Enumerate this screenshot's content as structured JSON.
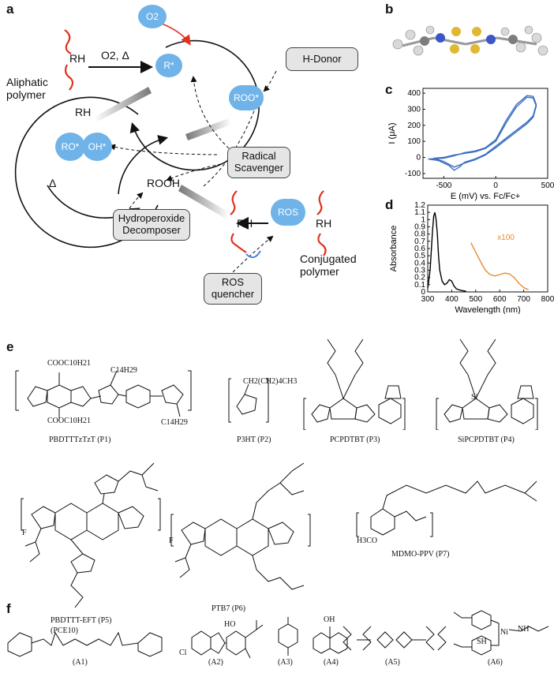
{
  "panels": {
    "a": "a",
    "b": "b",
    "c": "c",
    "d": "d",
    "e": "e",
    "f": "f"
  },
  "scheme": {
    "o2": "O2",
    "o2_delta": "O2, Δ",
    "r_star": "R*",
    "rh_aliphatic": "RH",
    "aliphatic_polymer": "Aliphatic polymer",
    "h_donor": "H-Donor",
    "roo_star": "ROO*",
    "rh_center": "RH",
    "ro_star": "RO*",
    "oh_star": "OH*",
    "radical_scavenger": "Radical Scavenger",
    "rooh": "ROOH",
    "delta": "Δ",
    "hydroperoxide_decomposer": "Hydroperoxide Decomposer",
    "ros": "ROS",
    "rh_oxidized": "RH",
    "rh_conjugated": "RH",
    "conjugated_polymer": "Conjugated polymer",
    "ros_quencher": "ROS quencher"
  },
  "chart_c": {
    "type": "line",
    "ylabel": "I (μA)",
    "xlabel": "E (mV) vs. Fc/Fc+",
    "xticks": [
      -500,
      0,
      500
    ],
    "yticks": [
      -100,
      0,
      100,
      200,
      300,
      400
    ],
    "xlim": [
      -700,
      500
    ],
    "ylim": [
      -130,
      430
    ],
    "series": [
      {
        "x": [
          -650,
          -500,
          -400,
          -300,
          -200,
          -100,
          0,
          100,
          200,
          300,
          360,
          390,
          360,
          300,
          200,
          100,
          0,
          -100,
          -200,
          -300,
          -350,
          -400,
          -450,
          -550,
          -650
        ],
        "y": [
          -10,
          -5,
          10,
          30,
          40,
          60,
          110,
          230,
          330,
          385,
          380,
          330,
          260,
          220,
          170,
          120,
          70,
          20,
          -10,
          -30,
          -60,
          -80,
          -50,
          -20,
          -10
        ]
      },
      {
        "x": [
          -600,
          -500,
          -400,
          -300,
          -200,
          -100,
          0,
          100,
          200,
          300,
          360,
          390,
          360,
          300,
          200,
          100,
          0,
          -100,
          -200,
          -300,
          -400,
          -500,
          -600
        ],
        "y": [
          -5,
          0,
          15,
          25,
          35,
          55,
          100,
          215,
          315,
          375,
          370,
          320,
          250,
          210,
          160,
          110,
          60,
          15,
          -15,
          -35,
          -60,
          -25,
          -5
        ]
      }
    ]
  },
  "chart_d": {
    "type": "line",
    "ylabel": "Absorbance",
    "xlabel": "Wavelength (nm)",
    "xticks": [
      300,
      400,
      500,
      600,
      700,
      800
    ],
    "yticks": [
      0,
      0.1,
      0.2,
      0.3,
      0.4,
      0.5,
      0.6,
      0.7,
      0.8,
      0.9,
      1.0,
      1.1,
      1.2
    ],
    "ytick_labels": [
      "0",
      "0.1",
      "0.2",
      "0.3",
      "0.4",
      "0.5",
      "0.6",
      "0.7",
      "0.8",
      "0.9",
      "1",
      "1.1",
      "1.2"
    ],
    "xlim": [
      300,
      800
    ],
    "ylim": [
      0,
      1.2
    ],
    "annotation": "x100",
    "series": [
      {
        "color": "#000000",
        "x": [
          300,
          310,
          320,
          325,
          330,
          335,
          340,
          345,
          350,
          360,
          370,
          380,
          390,
          400,
          410,
          420,
          440,
          460
        ],
        "y": [
          0.05,
          0.3,
          0.85,
          1.05,
          1.1,
          1.0,
          0.8,
          0.5,
          0.3,
          0.15,
          0.1,
          0.12,
          0.17,
          0.15,
          0.08,
          0.04,
          0.02,
          0.01
        ]
      },
      {
        "color": "#e88b2e",
        "x": [
          480,
          500,
          520,
          540,
          560,
          580,
          600,
          620,
          640,
          660,
          680,
          700,
          720
        ],
        "y": [
          0.68,
          0.55,
          0.42,
          0.3,
          0.24,
          0.22,
          0.24,
          0.26,
          0.25,
          0.2,
          0.12,
          0.06,
          0.03
        ]
      }
    ]
  },
  "molecules_e": [
    {
      "label": "PBDTTTzTzT (P1)",
      "subs": [
        "COOC10H21",
        "COOC10H21",
        "C14H29",
        "C14H29"
      ]
    },
    {
      "label": "P3HT (P2)",
      "subs": [
        "CH2(CH2)4CH3"
      ]
    },
    {
      "label": "PCPDTBT (P3)",
      "subs": []
    },
    {
      "label": "SiPCPDTBT (P4)",
      "subs": [
        "Si"
      ]
    },
    {
      "label": "PBDTTT-EFT (P5)",
      "label2": "(PCE10)",
      "subs": [
        "F"
      ]
    },
    {
      "label": "PTB7 (P6)",
      "subs": [
        "F"
      ]
    },
    {
      "label": "MDMO-PPV (P7)",
      "subs": [
        "H3CO"
      ]
    }
  ],
  "molecules_f": [
    {
      "label": "(A1)"
    },
    {
      "label": "(A2)",
      "subs": [
        "Cl",
        "HO"
      ]
    },
    {
      "label": "(A3)"
    },
    {
      "label": "(A4)",
      "subs": [
        "OH"
      ]
    },
    {
      "label": "(A5)"
    },
    {
      "label": "(A6)",
      "subs": [
        "SH",
        "Ni",
        "NH"
      ]
    }
  ],
  "colors": {
    "bubble": "#6fb3e8",
    "polymer_red": "#e0321e",
    "cv_blue": "#3a6fbf",
    "uv_orange": "#e88b2e",
    "box_bg": "#e5e5e5"
  },
  "icons": [
    "molecule-3d-model",
    "chemical-structure"
  ]
}
